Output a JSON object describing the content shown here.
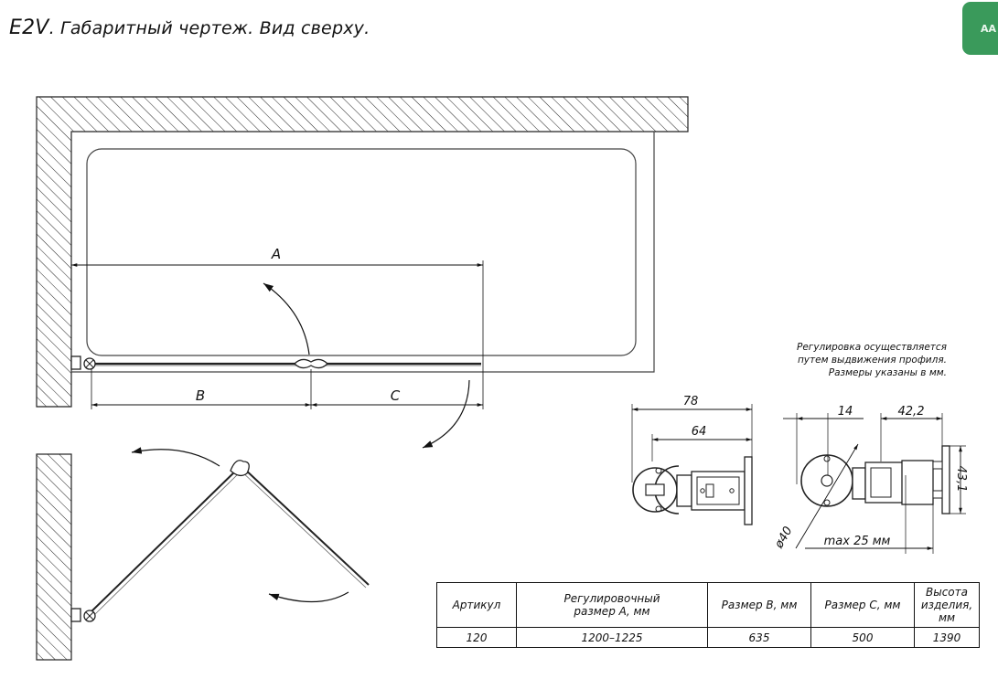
{
  "title": {
    "code": "E2V",
    "text": ". Габаритный чертеж. Вид сверху."
  },
  "avatar": {
    "initials": "AA"
  },
  "dimensions": {
    "A": "A",
    "B": "B",
    "C": "C"
  },
  "profile_dims": {
    "d78": "78",
    "d64": "64",
    "d14": "14",
    "d42": "42,2",
    "d43": "43,1",
    "d40": "ø40",
    "max": "max 25 мм"
  },
  "note": {
    "line1": "Регулировка осуществляется",
    "line2": "путем выдвижения профиля.",
    "line3": "Размеры указаны в мм."
  },
  "table": {
    "headers": {
      "article": "Артикул",
      "size_a_1": "Регулировочный",
      "size_a_2": "размер А, мм",
      "size_b": "Размер B, мм",
      "size_c": "Размер С, мм",
      "height_1": "Высота",
      "height_2": "изделия,",
      "height_3": "мм"
    },
    "row": {
      "article": "120",
      "size_a": "1200–1225",
      "size_b": "635",
      "size_c": "500",
      "height": "1390"
    }
  }
}
